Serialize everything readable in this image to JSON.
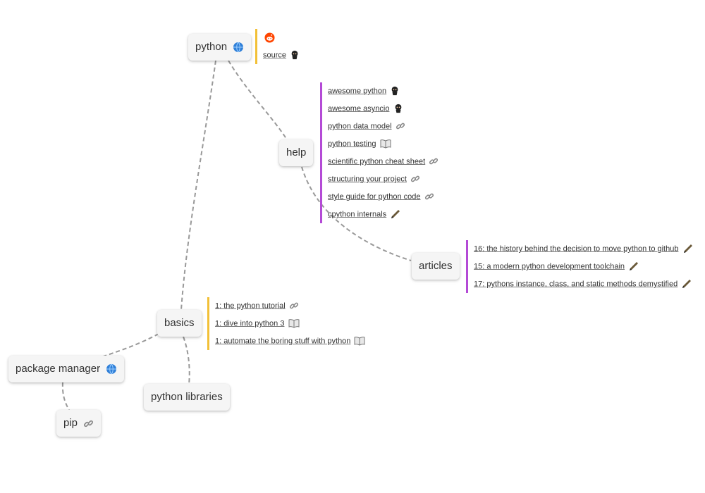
{
  "colors": {
    "edge": "#999999",
    "node_bg": "#f5f5f5",
    "yellow_bar": "#f2c037",
    "purple_bar": "#b44ad6",
    "globe": "#2f7fd8",
    "reddit": "#ff4500"
  },
  "nodes": {
    "python": {
      "label": "python",
      "icon": "globe-icon"
    },
    "help": {
      "label": "help"
    },
    "articles": {
      "label": "articles"
    },
    "basics": {
      "label": "basics"
    },
    "package_manager": {
      "label": "package manager",
      "icon": "globe-icon"
    },
    "python_libraries": {
      "label": "python libraries"
    },
    "pip": {
      "label": "pip",
      "icon": "link-icon"
    }
  },
  "links": {
    "python": [
      {
        "label": "",
        "icon": "reddit-icon"
      },
      {
        "label": "source",
        "icon": "github-icon"
      }
    ],
    "help": [
      {
        "label": "awesome python",
        "icon": "github-icon"
      },
      {
        "label": "awesome asyncio",
        "icon": "github-icon"
      },
      {
        "label": "python data model",
        "icon": "link-icon"
      },
      {
        "label": "python testing",
        "icon": "book-icon"
      },
      {
        "label": "scientific python cheat sheet",
        "icon": "link-icon"
      },
      {
        "label": "structuring your project",
        "icon": "link-icon"
      },
      {
        "label": "style guide for python code",
        "icon": "link-icon"
      },
      {
        "label": "cpython internals",
        "icon": "pen-icon"
      }
    ],
    "articles": [
      {
        "label": "16: the history behind the decision to move python to github",
        "icon": "pen-icon"
      },
      {
        "label": "15: a modern python development toolchain",
        "icon": "pen-icon"
      },
      {
        "label": "17: pythons instance, class, and static methods demystified",
        "icon": "pen-icon"
      }
    ],
    "basics": [
      {
        "label": "1: the python tutorial",
        "icon": "link-icon"
      },
      {
        "label": "1: dive into python 3",
        "icon": "book-icon"
      },
      {
        "label": "1: automate the boring stuff with python",
        "icon": "book-icon"
      }
    ]
  }
}
